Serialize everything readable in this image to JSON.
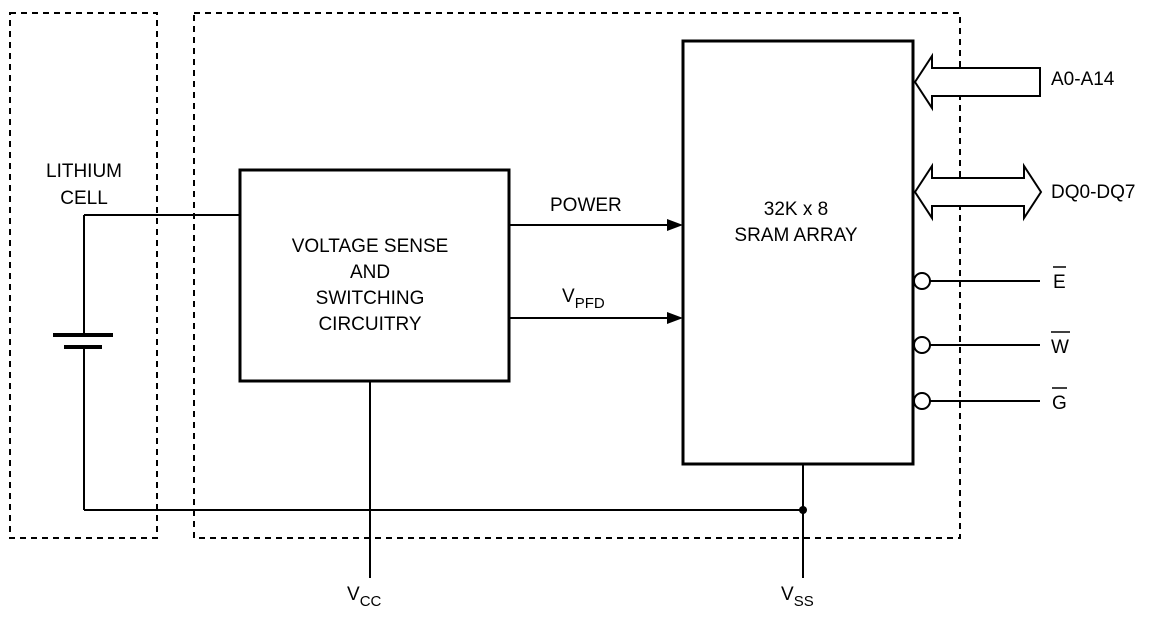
{
  "battery": {
    "line1": "LITHIUM",
    "line2": "CELL"
  },
  "sense_block": {
    "line1": "VOLTAGE SENSE",
    "line2": "AND",
    "line3": "SWITCHING",
    "line4": "CIRCUITRY"
  },
  "sram_block": {
    "line1": "32K x 8",
    "line2": "SRAM ARRAY"
  },
  "signals": {
    "power": "POWER",
    "vpfd": {
      "main": "V",
      "sub": "PFD"
    },
    "address": "A0-A14",
    "data": "DQ0-DQ7",
    "e": "E",
    "w": "W",
    "g": "G"
  },
  "pins": {
    "vcc": {
      "main": "V",
      "sub": "CC"
    },
    "vss": {
      "main": "V",
      "sub": "SS"
    }
  }
}
